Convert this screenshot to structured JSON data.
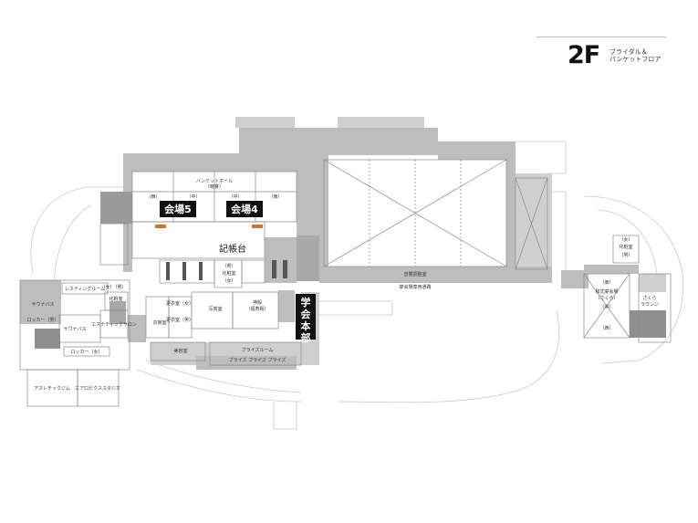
{
  "header": {
    "floor": "2F",
    "subtitle_line1": "ブライダル＆",
    "subtitle_line2": "バンケットフロア"
  },
  "rooms": {
    "banquet_hall": "バンケットホール",
    "banquet_sub": "（暁宴）",
    "west": "（西）",
    "center_west": "（中）",
    "center_east": "（中）",
    "east": "（東）",
    "hall5": "会場5",
    "hall4": "会場4",
    "registration": "記帳台",
    "restroom_men": "（男）",
    "restroom_women": "（女）",
    "powder_room": "化粧室",
    "locker_men": "ロッカー（男）",
    "locker_women": "ロッカー（女）",
    "sauna_bath_1": "サウナバス",
    "sauna_bath_2": "サウナバス",
    "resting_room": "レスティングルーム",
    "esthetic_salon": "エステティックサロン",
    "dressing_room_women": "更衣室（女）",
    "dressing_room_men": "更衣室（男）",
    "costume_room": "衣裳室",
    "photo_studio": "写真室",
    "shrine": "神殿",
    "shrine_sub": "（福寿殿）",
    "beauty_salon": "美容室",
    "bride_room": "ブライズルーム",
    "hq_line1": "学",
    "hq_line2": "会",
    "hq_line3": "本",
    "hq_line4": "部",
    "athletic_gym": "アスレチックジム",
    "aerobics_studio": "エアロビクススタジオ",
    "sound_control": "音響調整室",
    "banquet_corridor": "宴会場専用通路",
    "powder_room_right": "化粧室",
    "japanese_banquet": "和式宴会場",
    "japanese_banquet_sub": "（さくら）",
    "sakura_lounge_1": "さくら",
    "sakura_lounge_2": "ラウンジ",
    "jp_east": "（東）",
    "jp_center": "（中）",
    "jp_west": "（西）",
    "bride_sub": "ブライズ  ブライズ  ブライズ"
  },
  "colors": {
    "wall_fill": "#bdbdbd",
    "wall_dark": "#8f8f8f",
    "outline": "#8a8a8a",
    "hall_label_bg": "#111111",
    "hall_label_text": "#ffffff",
    "podium": "#c9772f"
  }
}
